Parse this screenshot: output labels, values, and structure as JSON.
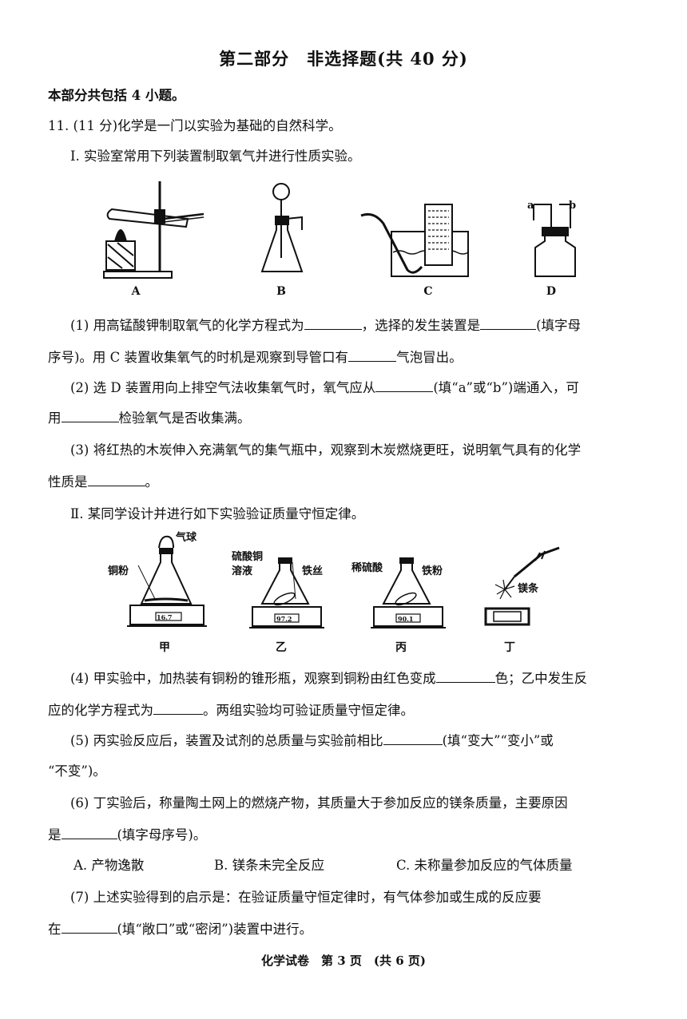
{
  "title": "第二部分　非选择题(共 40 分)",
  "intro": "本部分共包括 4 小题。",
  "q11": {
    "head": "11. (11 分)化学是一门以实验为基础的自然科学。",
    "part1": "Ⅰ. 实验室常用下列装置制取氧气并进行性质实验。",
    "apparatus_labels": [
      "A",
      "B",
      "C",
      "D"
    ],
    "d_ports": [
      "a",
      "b"
    ],
    "q1a": "(1) 用高锰酸钾制取氧气的化学方程式为",
    "q1b": "，选择的发生装置是",
    "q1c": "(填字母",
    "q1d": "序号)。用 C 装置收集氧气的时机是观察到导管口有",
    "q1e": "气泡冒出。",
    "q2a": "(2) 选 D 装置用向上排空气法收集氧气时，氧气应从",
    "q2b": "(填“a”或“b”)端通入，可",
    "q2c": "用",
    "q2d": "检验氧气是否收集满。",
    "q3a": "(3) 将红热的木炭伸入充满氧气的集气瓶中，观察到木炭燃烧更旺，说明氧气具有的化学",
    "q3b": "性质是",
    "q3c": "。",
    "part2": "Ⅱ. 某同学设计并进行如下实验验证质量守恒定律。",
    "exp_labels": [
      "甲",
      "乙",
      "丙",
      "丁"
    ],
    "fig_labels": {
      "balloon": "气球",
      "copper": "铜粉",
      "cuso4_1": "硫酸铜",
      "cuso4_2": "溶液",
      "iron_wire": "铁丝",
      "dil_acid": "稀硫酸",
      "iron_powder": "铁粉",
      "mg_ribbon": "镁条"
    },
    "scale_readings": [
      "16.7",
      "97.2",
      "90.1"
    ],
    "q4a": "(4) 甲实验中，加热装有铜粉的锥形瓶，观察到铜粉由红色变成",
    "q4b": "色；乙中发生反",
    "q4c": "应的化学方程式为",
    "q4d": "。两组实验均可验证质量守恒定律。",
    "q5a": "(5) 丙实验反应后，装置及试剂的总质量与实验前相比",
    "q5b": "(填“变大”“变小”或",
    "q5c": "“不变”)。",
    "q6a": "(6) 丁实验后，称量陶土网上的燃烧产物，其质量大于参加反应的镁条质量，主要原因",
    "q6b": "是",
    "q6c": "(填字母序号)。",
    "options": [
      "A. 产物逸散",
      "B. 镁条未完全反应",
      "C. 未称量参加反应的气体质量"
    ],
    "q7a": "(7) 上述实验得到的启示是：在验证质量守恒定律时，有气体参加或生成的反应要",
    "q7b": "在",
    "q7c": "(填“敞口”或“密闭”)装置中进行。"
  },
  "footer": "化学试卷　第 3 页　(共 6 页)"
}
